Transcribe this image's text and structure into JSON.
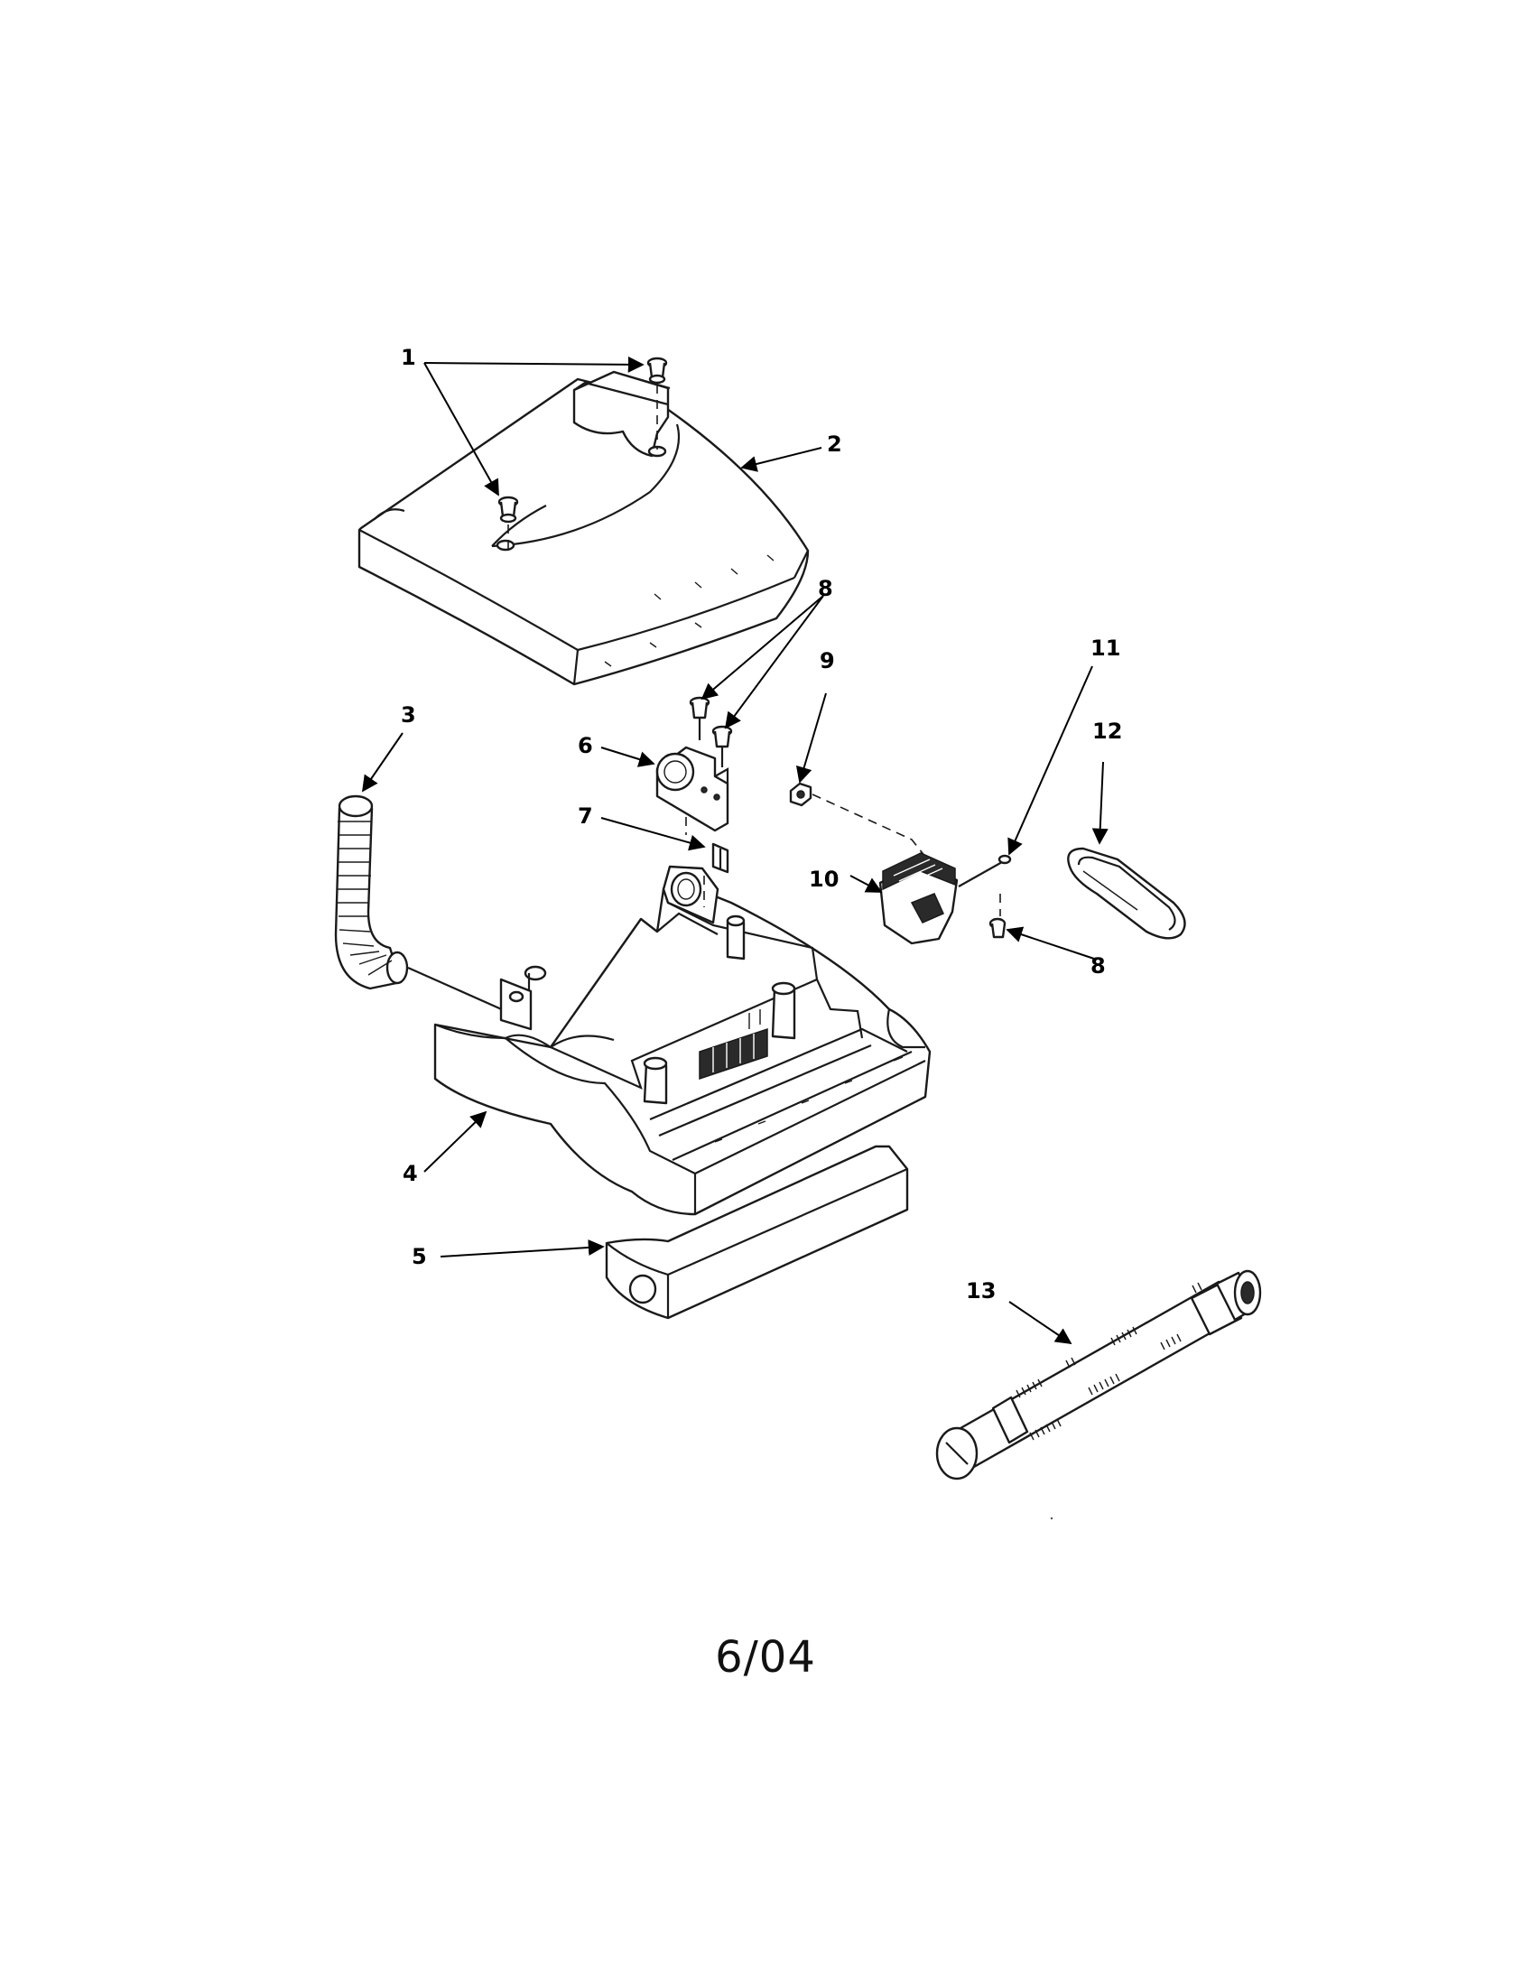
{
  "diagram": {
    "callouts": [
      "1",
      "2",
      "3",
      "4",
      "5",
      "6",
      "7",
      "8",
      "9",
      "10",
      "11",
      "12",
      "13"
    ],
    "footer_text": "6/04"
  }
}
